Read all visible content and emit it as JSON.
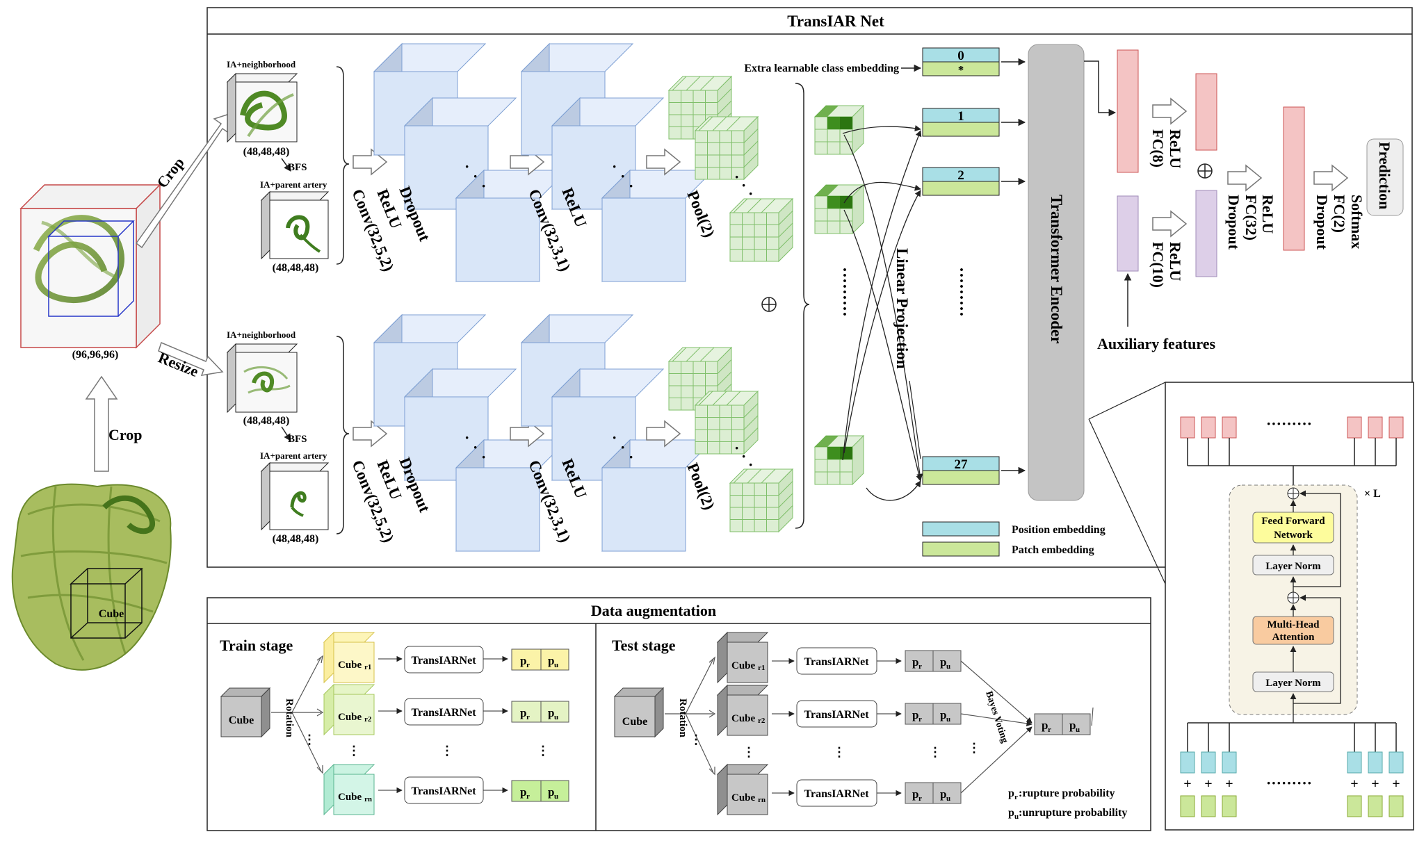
{
  "transiar": {
    "title": "TransIAR Net",
    "extra_embedding": "Extra learnable class embedding",
    "class_token_index": "0",
    "class_token_star": "*",
    "token_indices": [
      "1",
      "2",
      "27"
    ],
    "linear_projection": "Linear Projection",
    "transformer_encoder": "Transformer Encoder",
    "auxiliary": "Auxiliary features",
    "legend_position": "Position embedding",
    "legend_patch": "Patch embedding",
    "head": {
      "relu_fc8": [
        "ReLU",
        "FC(8)"
      ],
      "relu_fc10": [
        "ReLU",
        "FC(10)"
      ],
      "relu_fc32_dropout": [
        "ReLU",
        "FC(32)",
        "Dropout"
      ],
      "softmax_fc2_dropout": [
        "Softmax",
        "FC(2)",
        "Dropout"
      ],
      "prediction": "Prediction"
    }
  },
  "input": {
    "volume_size": "(96,96,96)",
    "crop_diag": "Crop",
    "resize": "Resize",
    "crop_up": "Crop",
    "cube": "Cube"
  },
  "branches": [
    {
      "neighborhood_label": "IA+neighborhood",
      "size_a": "(48,48,48)",
      "bfs": "BFS",
      "parent_label": "IA+parent artery",
      "size_b": "(48,48,48)",
      "layer1": [
        "Conv(32,5,2)",
        "ReLU",
        "Dropout"
      ],
      "layer2": [
        "Conv(32,3,1)",
        "ReLU"
      ],
      "layer3": "Pool(2)"
    },
    {
      "neighborhood_label": "IA+neighborhood",
      "size_a": "(48,48,48)",
      "bfs": "BFS",
      "parent_label": "IA+parent artery",
      "size_b": "(48,48,48)",
      "layer1": [
        "Conv(32,5,2)",
        "ReLU",
        "Dropout"
      ],
      "layer2": [
        "Conv(32,3,1)",
        "ReLU"
      ],
      "layer3": "Pool(2)"
    }
  ],
  "encoder_detail": {
    "times_l": "× L",
    "ffn": [
      "Feed Forward",
      "Network"
    ],
    "layer_norm": "Layer Norm",
    "mha": [
      "Multi-Head",
      "Attention"
    ]
  },
  "augmentation": {
    "title": "Data augmentation",
    "train_stage": "Train stage",
    "test_stage": "Test stage",
    "cube": "Cube",
    "rotation": "Rotation",
    "net": "TransIARNet",
    "cube_r1": "Cube",
    "sub_r1": "r1",
    "sub_r2": "r2",
    "sub_rn": "rn",
    "pr": "p",
    "pu": "p",
    "sub_r": "r",
    "sub_u": "u",
    "bayes_voting": "Bayes Voting",
    "note_r": ":rupture probability",
    "note_u": ":unrupture probability"
  },
  "colors": {
    "cube_blue_face": "#d9e6f8",
    "cube_blue_stroke": "#7d9fd3",
    "grid_green": "#d8ecd0",
    "token_cyan": "#a9dfe6",
    "token_green": "#cbe79a",
    "enc_gray": "#c4c4c4",
    "pink": "#f4c4c4",
    "lavender": "#ddcfe8",
    "ffn_yellow": "#fdfc9c",
    "mha_orange": "#f9cba0"
  }
}
